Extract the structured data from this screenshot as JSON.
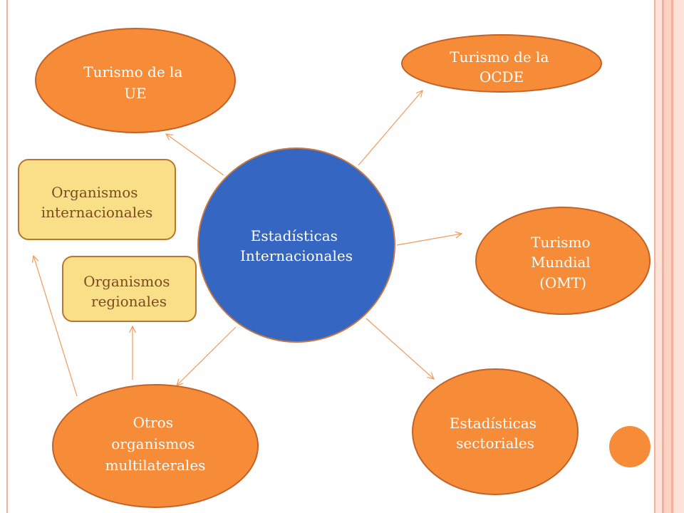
{
  "colors": {
    "ellipse_fill": "#f68b38",
    "center_fill": "#3466c2",
    "box_fill": "#f8df88",
    "arrow": "#f29a5c",
    "node_text": "#ffffff",
    "box_text": "#7d4a1e",
    "border_accent": "#f4b09a",
    "border_light": "#fde2d7",
    "accent_circle": "#f68b38"
  },
  "diagram": {
    "center": {
      "lines": [
        "Estadísticas",
        "Internacionales"
      ]
    },
    "turismo_ue": {
      "lines": [
        "Turismo de la",
        "UE"
      ]
    },
    "turismo_ocde": {
      "lines": [
        "Turismo de la",
        "OCDE"
      ]
    },
    "turismo_mundial": {
      "lines": [
        "Turismo",
        "Mundial",
        "(OMT)"
      ]
    },
    "estadisticas_sectoriales": {
      "lines": [
        "Estadísticas",
        "sectoriales"
      ]
    },
    "otros_organismos": {
      "lines": [
        "Otros",
        "organismos",
        "multilaterales"
      ]
    },
    "organismos_internacionales": {
      "lines": [
        "Organismos",
        "internacionales"
      ]
    },
    "organismos_regionales": {
      "lines": [
        "Organismos",
        "regionales"
      ]
    }
  }
}
